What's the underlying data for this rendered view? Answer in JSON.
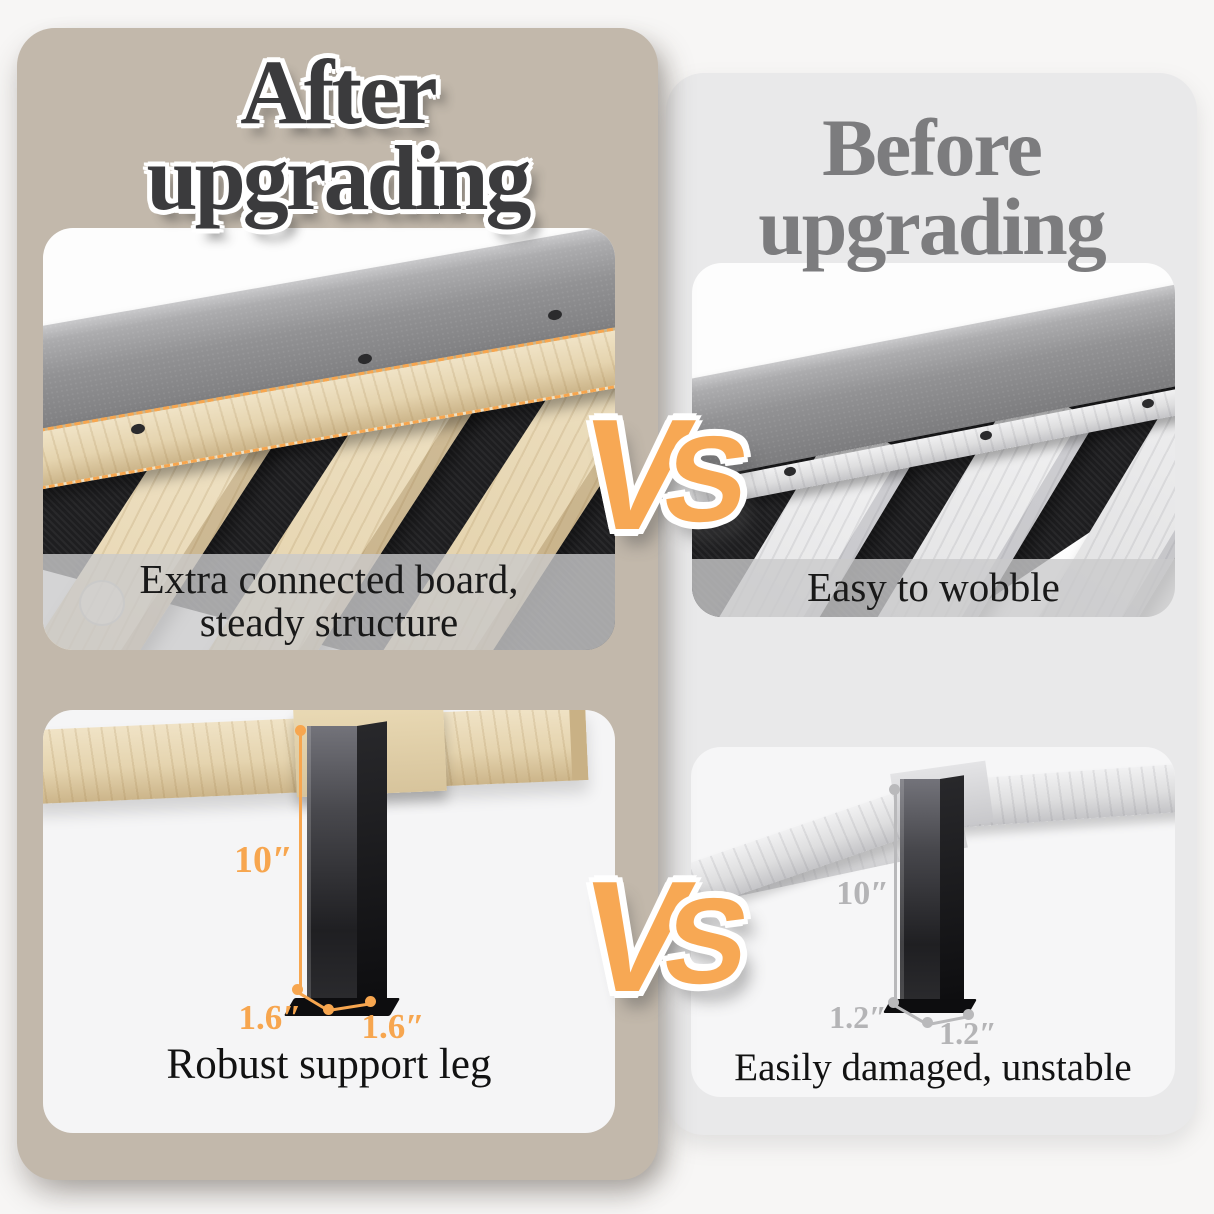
{
  "page_bg": "#f7f6f5",
  "accent_orange": "#f7a64f",
  "after": {
    "title": [
      "After",
      "upgrading"
    ],
    "photo_caption": [
      "Extra connected board,",
      "steady structure"
    ],
    "leg_caption": "Robust support leg",
    "leg_dims": {
      "height": "10″",
      "side_a": "1.6″",
      "side_b": "1.6″"
    }
  },
  "before": {
    "title": [
      "Before",
      "upgrading"
    ],
    "photo_caption": [
      "Easy to wobble"
    ],
    "leg_caption": "Easily damaged, unstable",
    "leg_dims": {
      "height": "10″",
      "side_a": "1.2″",
      "side_b": "1.2″"
    }
  },
  "vs": {
    "v": "V",
    "s": "S"
  }
}
